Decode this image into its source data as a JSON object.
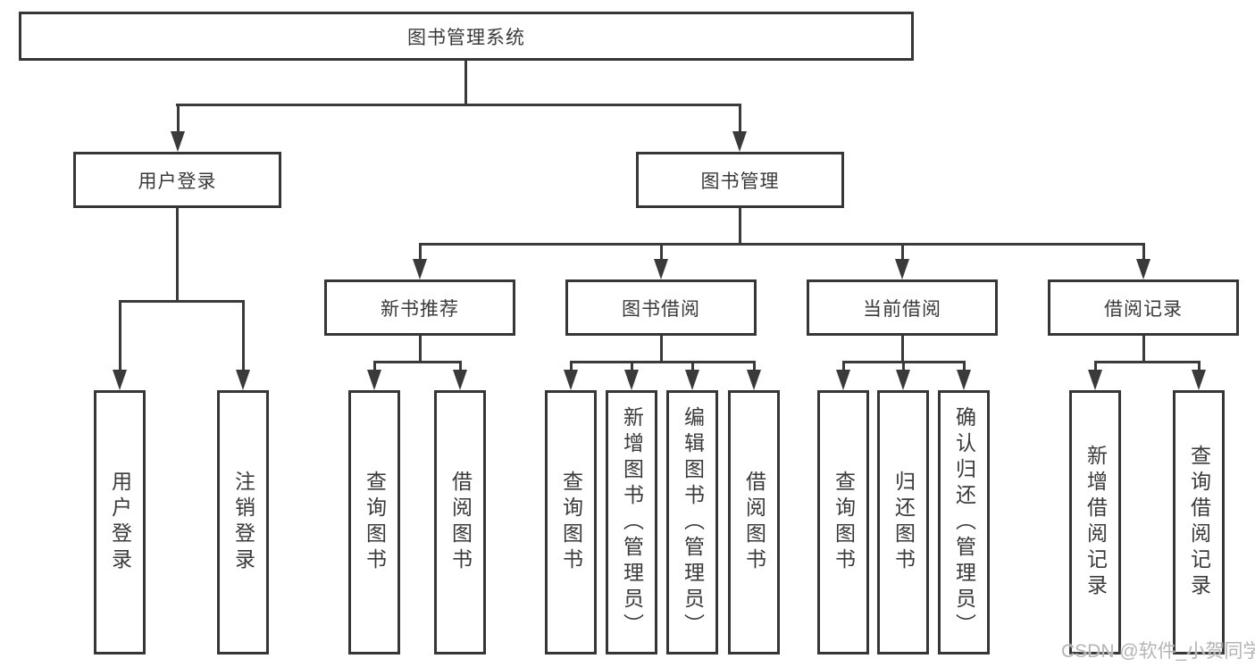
{
  "tree": {
    "root": {
      "label": "图书管理系统"
    },
    "level2": [
      {
        "label": "用户登录"
      },
      {
        "label": "图书管理"
      }
    ],
    "level3": [
      {
        "label": "新书推荐"
      },
      {
        "label": "图书借阅"
      },
      {
        "label": "当前借阅"
      },
      {
        "label": "借阅记录"
      }
    ],
    "leaves": {
      "login": [
        "用户登录",
        "注销登录"
      ],
      "recommend": [
        "查询图书",
        "借阅图书"
      ],
      "borrow": [
        "查询图书",
        "新增图书（管理员）",
        "编辑图书（管理员）",
        "借阅图书"
      ],
      "current": [
        "查询图书",
        "归还图书",
        "确认归还（管理员）"
      ],
      "records": [
        "新增借阅记录",
        "查询借阅记录"
      ]
    }
  },
  "watermark": {
    "text": "CSDN @软件_小贺同学"
  },
  "colors": {
    "line": "#3a3a3a",
    "box_border": "#363636",
    "text": "#3a3a3a",
    "watermark": "#b5b5b5",
    "background": "#ffffff"
  }
}
